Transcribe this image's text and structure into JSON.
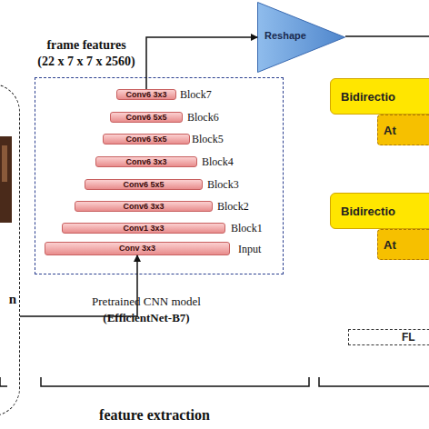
{
  "diagram": {
    "nodes": [
      {
        "text": [
          "n"
        ]
      },
      {
        "text": [
          "Pretrained CNN model",
          "(EfficientNet-B7)"
        ]
      },
      {
        "text": [
          "Conv6 3x3",
          "Block7"
        ],
        "in": 1
      },
      {
        "text": [
          "Conv6 5x5",
          "Block6"
        ],
        "in": 1
      },
      {
        "text": [
          "Conv6 5x5",
          "Block5"
        ],
        "in": 1
      },
      {
        "text": [
          "Conv6 3x3",
          "Block4"
        ],
        "in": 1
      },
      {
        "text": [
          "Conv6 5x5",
          "Block3"
        ],
        "in": 1
      },
      {
        "text": [
          "Conv6 3x3",
          "Block2"
        ],
        "in": 1
      },
      {
        "text": [
          "Conv1 3x3",
          "Block1"
        ],
        "in": 1
      },
      {
        "text": [
          "Conv 3x3",
          "Input"
        ],
        "in": 1
      },
      {
        "text": [
          "Reshape"
        ]
      },
      {
        "text": [
          "Bidirectio"
        ]
      },
      {
        "text": [
          "At"
        ]
      },
      {
        "text": [
          "Bidirectio"
        ]
      },
      {
        "text": [
          "At"
        ]
      },
      {
        "text": [
          "FL"
        ]
      }
    ],
    "edges": [
      {
        "from": 0,
        "to": 9,
        "arrow": "to"
      },
      {
        "from": 2,
        "to": 10,
        "arrow": "to"
      }
    ],
    "labels": [
      "frame features",
      "(22 x 7 x 7 x 2560)",
      "feature extraction"
    ]
  }
}
